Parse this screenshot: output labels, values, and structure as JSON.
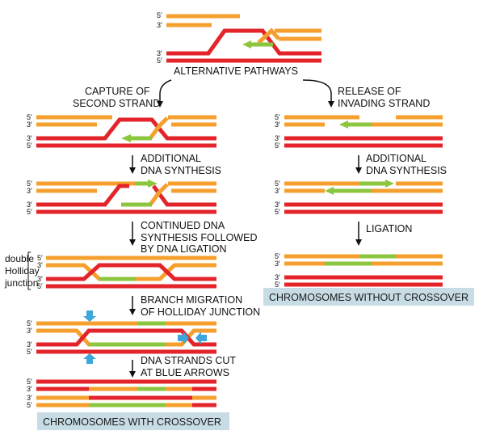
{
  "colors": {
    "red": "#e3242b",
    "orange": "#f5a02e",
    "green": "#8cc63f",
    "blue": "#3ea6d8",
    "box": "#c8dce6"
  },
  "ends": {
    "five": "5′",
    "three": "3′"
  },
  "labels": {
    "alternative": "ALTERNATIVE PATHWAYS",
    "capture": [
      "CAPTURE OF",
      "SECOND STRAND"
    ],
    "release": [
      "RELEASE OF",
      "INVADING STRAND"
    ],
    "additional_left": [
      "ADDITIONAL",
      "DNA SYNTHESIS"
    ],
    "additional_right": [
      "ADDITIONAL",
      "DNA SYNTHESIS"
    ],
    "continued": [
      "CONTINUED DNA",
      "SYNTHESIS FOLLOWED",
      "BY DNA LIGATION"
    ],
    "ligation": "LIGATION",
    "branch": [
      "BRANCH MIGRATION",
      "OF HOLLIDAY JUNCTION"
    ],
    "cut": [
      "DNA STRANDS CUT",
      "AT BLUE ARROWS"
    ],
    "double_holliday": [
      "double",
      "Holliday",
      "junction"
    ]
  },
  "results": {
    "with": "CHROMOSOMES WITH CROSSOVER",
    "without": "CHROMOSOMES WITHOUT CROSSOVER"
  }
}
